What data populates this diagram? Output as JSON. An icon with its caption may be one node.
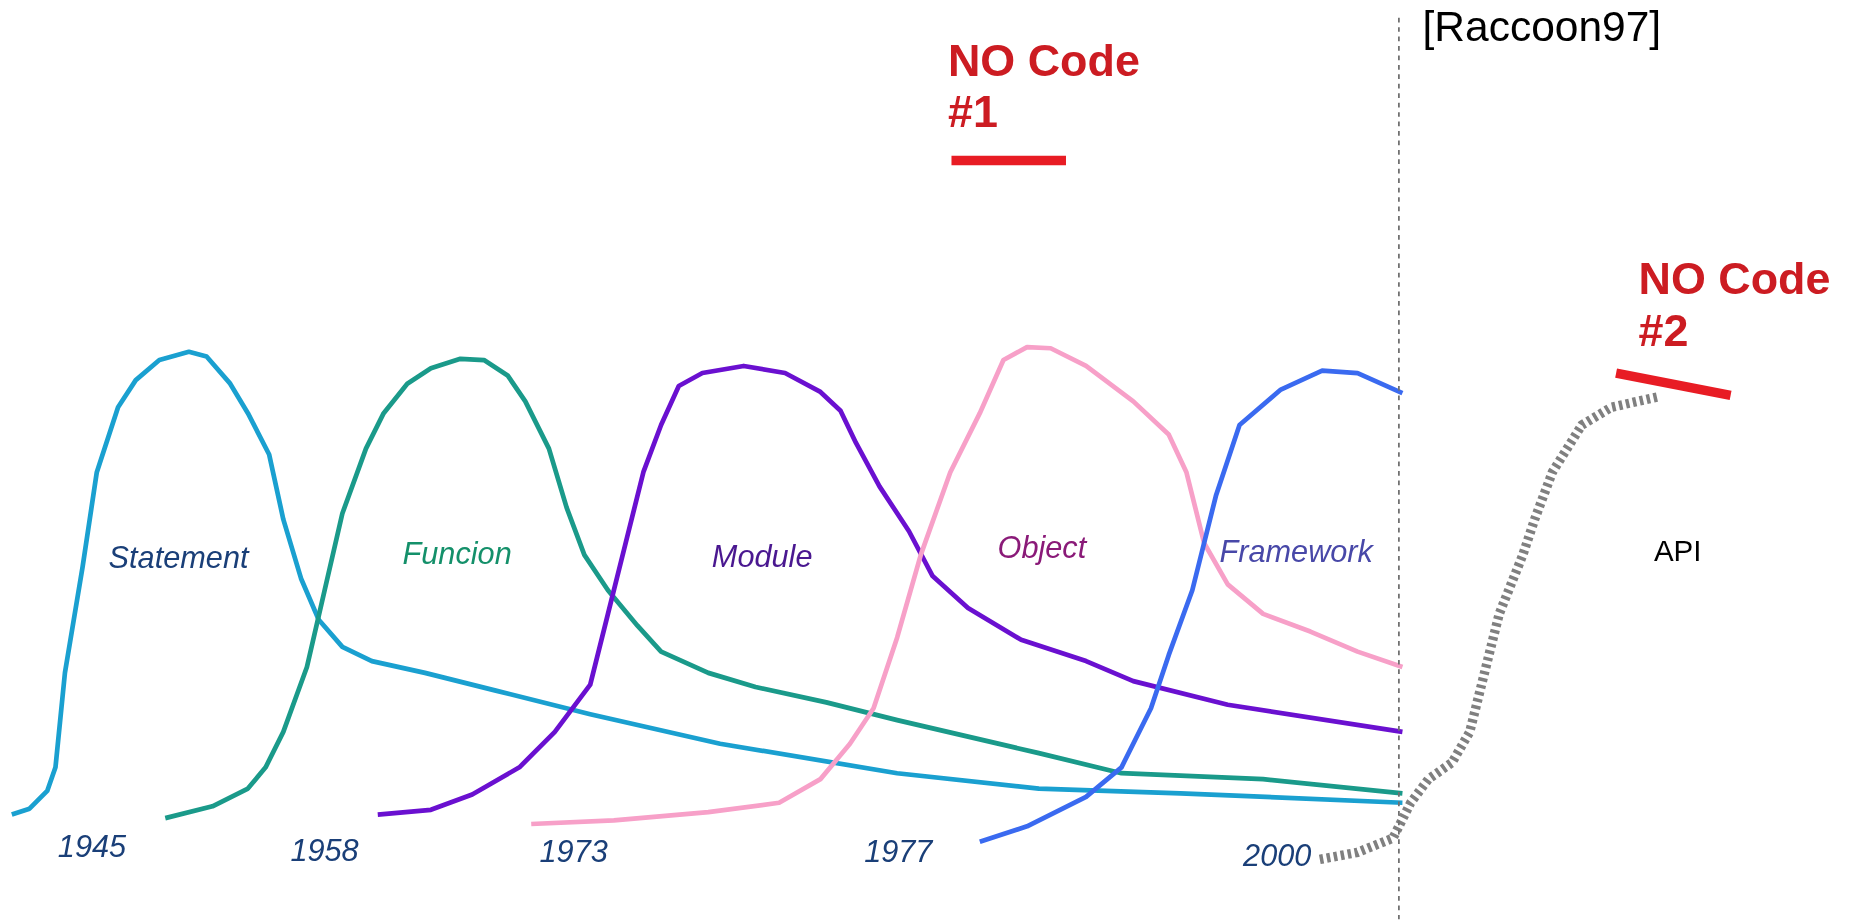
{
  "diagram": {
    "labels": [
      "NO Code #1",
      "[Raccoon97]",
      "NO Code #2",
      "Statement",
      "Funcion",
      "Module",
      "Object",
      "Framework",
      "API",
      "1945",
      "1958",
      "1973",
      "1977",
      "2000"
    ]
  }
}
